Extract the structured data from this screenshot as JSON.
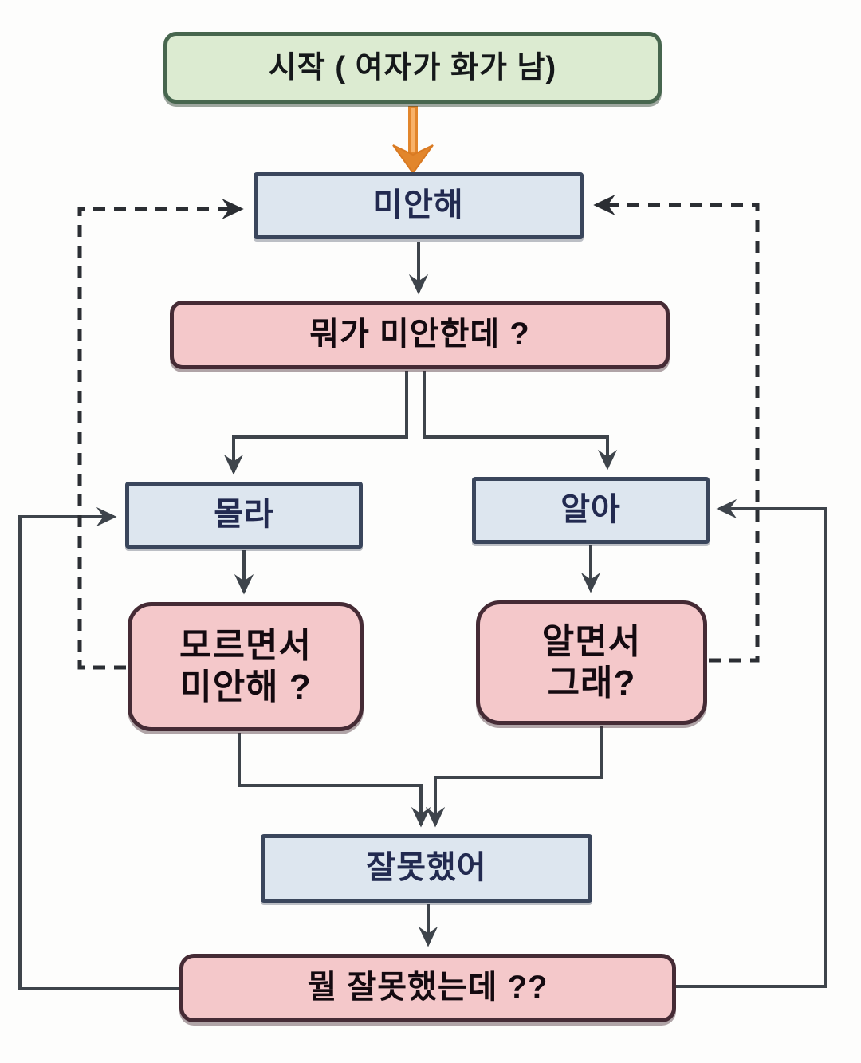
{
  "flowchart": {
    "description": "korean-apology-flowchart-meme",
    "background_color": "#fdfdfc",
    "nodes": {
      "start": {
        "label": "시작 ( 여자가 화가 남)",
        "shape": "rounded-rect",
        "fill": "#dcebd1",
        "border": "#47664e",
        "text_color": "#15181a"
      },
      "sorry": {
        "label": "미안해",
        "shape": "rect",
        "fill": "#dde6ef",
        "border": "#3a465c",
        "text_color": "#222a50"
      },
      "what_sorry": {
        "label": "뭐가 미안한데 ?",
        "shape": "rounded-rect",
        "fill": "#f4c8ca",
        "border": "#452b35",
        "text_color": "#140a10"
      },
      "dont_know": {
        "label": "몰라",
        "shape": "rect",
        "fill": "#dde6ef",
        "border": "#3a465c",
        "text_color": "#222a50"
      },
      "know": {
        "label": "알아",
        "shape": "rect",
        "fill": "#dde6ef",
        "border": "#3a465c",
        "text_color": "#222a50"
      },
      "sorry_not_knowing": {
        "label": "모르면서\n미안해 ?",
        "shape": "rounded-rect",
        "fill": "#f4c8ca",
        "border": "#452b35",
        "text_color": "#140a10"
      },
      "knowing_still": {
        "label": "알면서\n그래?",
        "shape": "rounded-rect",
        "fill": "#f4c8ca",
        "border": "#452b35",
        "text_color": "#140a10"
      },
      "did_wrong": {
        "label": "잘못했어",
        "shape": "rect",
        "fill": "#dde6ef",
        "border": "#3a465c",
        "text_color": "#222a50"
      },
      "what_wrong": {
        "label": "뭘 잘못했는데 ??",
        "shape": "rounded-rect",
        "fill": "#f4c8ca",
        "border": "#452b35",
        "text_color": "#140a10"
      }
    },
    "edges": [
      {
        "from": "start",
        "to": "sorry",
        "style": "solid-orange-arrow"
      },
      {
        "from": "sorry",
        "to": "what_sorry",
        "style": "solid-arrow"
      },
      {
        "from": "what_sorry",
        "to": "dont_know",
        "style": "solid-arrow"
      },
      {
        "from": "what_sorry",
        "to": "know",
        "style": "solid-arrow"
      },
      {
        "from": "dont_know",
        "to": "sorry_not_knowing",
        "style": "solid-arrow"
      },
      {
        "from": "know",
        "to": "knowing_still",
        "style": "solid-arrow"
      },
      {
        "from": "sorry_not_knowing",
        "to": "did_wrong",
        "style": "solid-arrow"
      },
      {
        "from": "knowing_still",
        "to": "did_wrong",
        "style": "solid-arrow"
      },
      {
        "from": "did_wrong",
        "to": "what_wrong",
        "style": "solid-arrow"
      },
      {
        "from": "what_wrong",
        "to": "dont_know",
        "style": "solid-arrow-loop-left"
      },
      {
        "from": "what_wrong",
        "to": "know",
        "style": "solid-arrow-loop-right"
      },
      {
        "from": "sorry_not_knowing",
        "to": "sorry",
        "style": "dashed-arrow-loop-left"
      },
      {
        "from": "knowing_still",
        "to": "sorry",
        "style": "dashed-arrow-loop-right"
      }
    ],
    "line_colors": {
      "solid": "#3e444b",
      "dashed": "#2b2e33",
      "start_arrow_orange": "#e2862c",
      "start_arrow_highlight": "#f8b269"
    }
  }
}
